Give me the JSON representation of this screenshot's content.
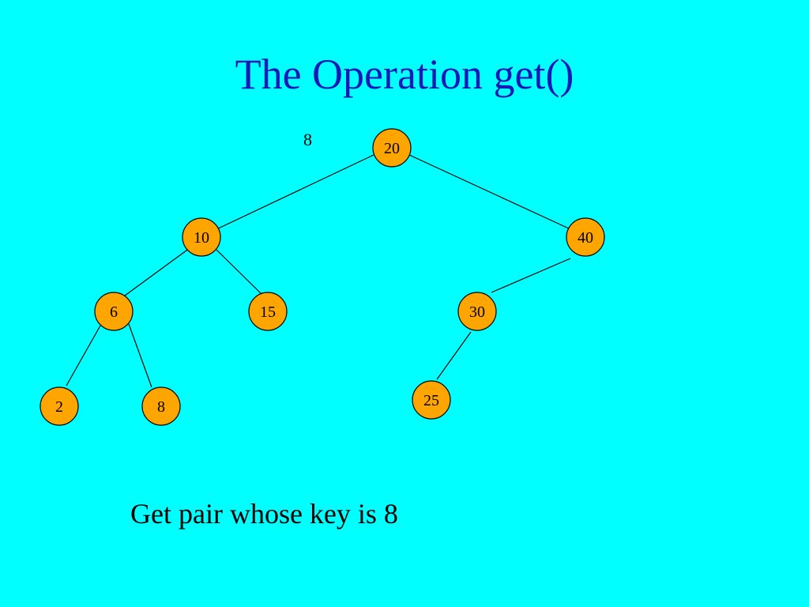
{
  "slide": {
    "title": "The Operation get()",
    "search_key_label": "8",
    "caption": "Get pair whose key is 8"
  },
  "tree": {
    "nodes": [
      {
        "id": "n20",
        "label": "20"
      },
      {
        "id": "n10",
        "label": "10"
      },
      {
        "id": "n40",
        "label": "40"
      },
      {
        "id": "n6",
        "label": "6"
      },
      {
        "id": "n15",
        "label": "15"
      },
      {
        "id": "n30",
        "label": "30"
      },
      {
        "id": "n2",
        "label": "2"
      },
      {
        "id": "n8",
        "label": "8"
      },
      {
        "id": "n25",
        "label": "25"
      }
    ],
    "edges": [
      {
        "from": "n20",
        "to": "n10"
      },
      {
        "from": "n20",
        "to": "n40"
      },
      {
        "from": "n10",
        "to": "n6"
      },
      {
        "from": "n10",
        "to": "n15"
      },
      {
        "from": "n40",
        "to": "n30"
      },
      {
        "from": "n6",
        "to": "n2"
      },
      {
        "from": "n6",
        "to": "n8"
      },
      {
        "from": "n30",
        "to": "n25"
      }
    ]
  },
  "colors": {
    "background": "#00ffff",
    "title": "#1818b8",
    "node_fill": "#ffa500",
    "node_stroke": "#000000",
    "text": "#000000"
  }
}
